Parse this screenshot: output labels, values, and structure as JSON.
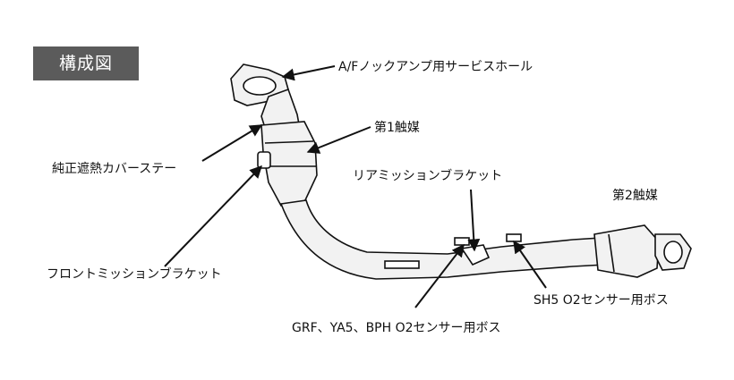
{
  "title": "構成図",
  "labels": {
    "af_knock_amp_hole": "A/Fノックアンプ用サービスホール",
    "cat1": "第1触媒",
    "heat_cover_stay": "純正遮熱カバーステー",
    "rear_mission_bracket": "リアミッションブラケット",
    "cat2": "第2触媒",
    "front_mission_bracket": "フロントミッションブラケット",
    "sh5_o2_boss": "SH5 O2センサー用ボス",
    "grf_o2_boss": "GRF、YA5、BPH O2センサー用ボス"
  },
  "colors": {
    "badge_bg": "#5b5b5b",
    "pipe_fill": "#f2f2f2",
    "line": "#111111"
  }
}
